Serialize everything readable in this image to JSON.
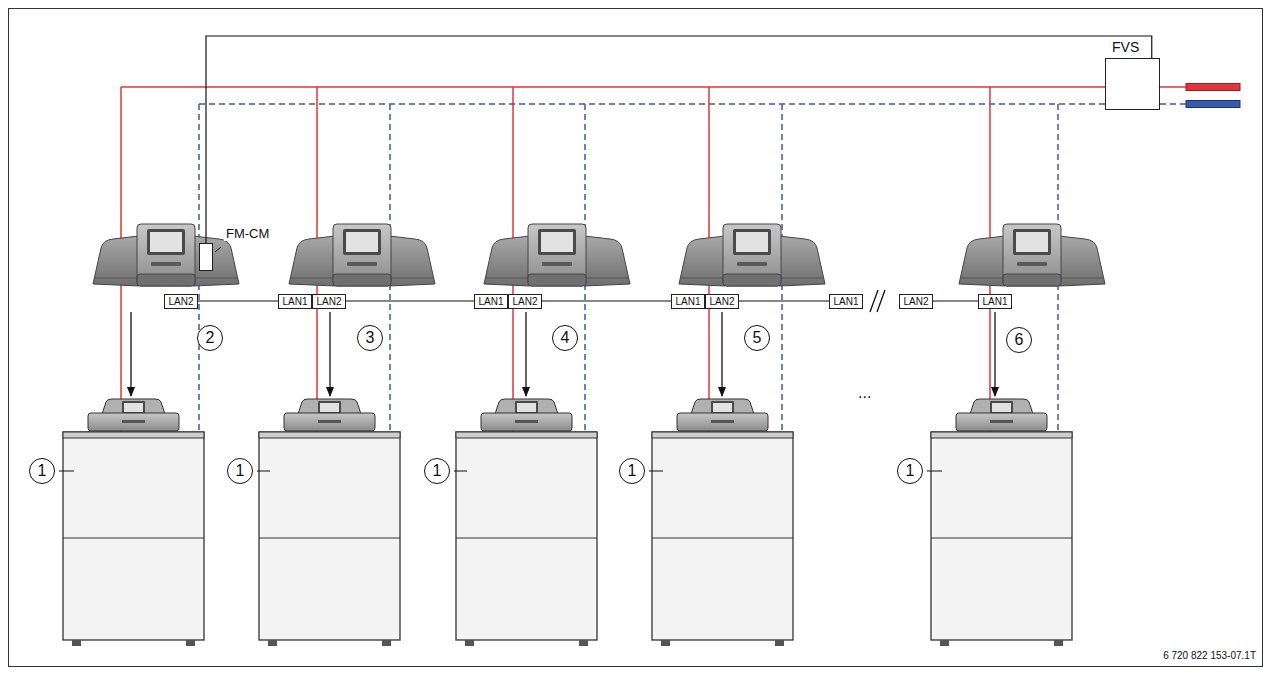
{
  "diagram": {
    "nodes": [
      {
        "text": [
          "FVS"
        ]
      },
      {
        "text": [
          "FM-CM"
        ]
      },
      {
        "text": [
          "LAN2"
        ]
      },
      {
        "text": [
          "LAN1"
        ]
      },
      {
        "text": [
          "LAN2"
        ]
      },
      {
        "text": [
          "LAN1"
        ]
      },
      {
        "text": [
          "LAN2"
        ]
      },
      {
        "text": [
          "LAN1"
        ]
      },
      {
        "text": [
          "LAN2"
        ]
      },
      {
        "text": [
          "LAN1"
        ]
      },
      {
        "text": [
          "LAN2"
        ]
      },
      {
        "text": [
          "LAN1"
        ]
      },
      {
        "text": [
          "2"
        ]
      },
      {
        "text": [
          "3"
        ]
      },
      {
        "text": [
          "4"
        ]
      },
      {
        "text": [
          "5"
        ]
      },
      {
        "text": [
          "6"
        ]
      },
      {
        "text": [
          "1"
        ]
      },
      {
        "text": [
          "1"
        ]
      },
      {
        "text": [
          "1"
        ]
      },
      {
        "text": [
          "1"
        ]
      },
      {
        "text": [
          "1"
        ]
      }
    ],
    "edges": [
      {
        "from": 0,
        "to": 1,
        "arrow": "none"
      },
      {
        "from": 2,
        "to": 3,
        "arrow": "none"
      },
      {
        "from": 4,
        "to": 5,
        "arrow": "none"
      },
      {
        "from": 6,
        "to": 7,
        "arrow": "none"
      },
      {
        "from": 8,
        "to": 9,
        "arrow": "none"
      },
      {
        "from": 10,
        "to": 11,
        "arrow": "none"
      }
    ],
    "labels": [
      "...",
      "6 720 822 153-07.1T"
    ]
  }
}
